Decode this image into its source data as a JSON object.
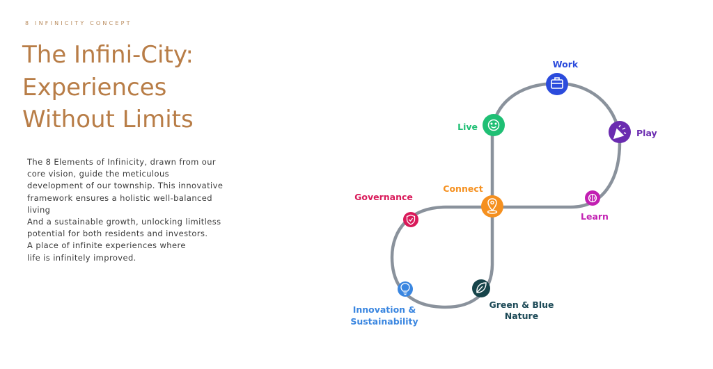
{
  "header": {
    "eyebrow": "8 INFINICITY CONCEPT",
    "title_lines": [
      "The Infini-City:",
      "Experiences",
      "Without Limits"
    ]
  },
  "body": {
    "lines": [
      "The 8 Elements of Infinicity, drawn from our",
      "core vision, guide the meticulous",
      "development of our township. This innovative",
      "framework ensures a holistic well-balanced",
      "living",
      "And a sustainable growth, unlocking limitless",
      "potential for both residents and investors.",
      "A place of infinite experiences where",
      "life is infinitely improved."
    ]
  },
  "diagram": {
    "path_color": "#8a929c",
    "nodes": {
      "work": {
        "label": "Work",
        "color": "#2b4bdc",
        "icon": "briefcase-icon"
      },
      "play": {
        "label": "Play",
        "color": "#6a2bb0",
        "icon": "party-popper-icon"
      },
      "live": {
        "label": "Live",
        "color": "#1fbf74",
        "icon": "smiley-icon"
      },
      "connect": {
        "label": "Connect",
        "color": "#f5901f",
        "icon": "location-pin-icon"
      },
      "learn": {
        "label": "Learn",
        "color": "#c21fb2",
        "icon": "brain-icon"
      },
      "governance": {
        "label": "Governance",
        "color": "#d91a5a",
        "icon": "shield-icon"
      },
      "innovation": {
        "label_lines": [
          "Innovation &",
          "Sustainability"
        ],
        "color": "#3a86e0",
        "icon": "lightbulb-icon"
      },
      "nature": {
        "label_lines": [
          "Green & Blue",
          "Nature"
        ],
        "color": "#16444a",
        "label_color": "#1d4a57",
        "icon": "leaf-icon"
      }
    }
  }
}
